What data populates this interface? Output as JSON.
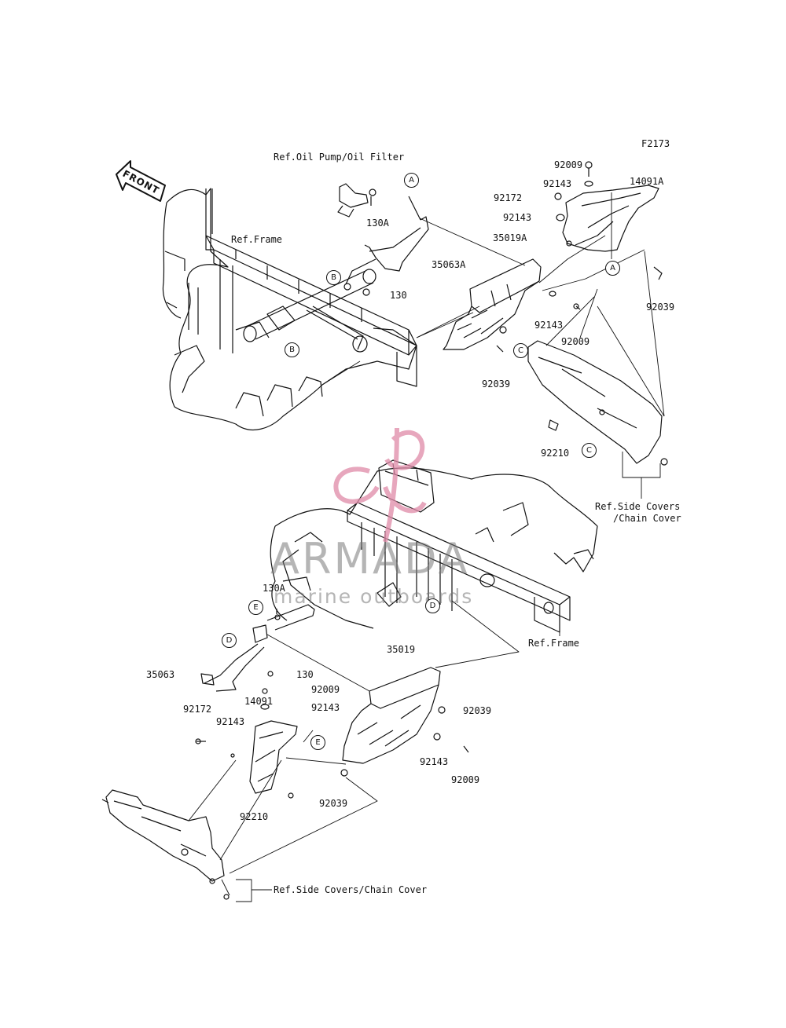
{
  "figure_code": "F2173",
  "front_arrow": "FRONT",
  "watermark": {
    "brand": "ARMADA",
    "tagline": "marine outboards"
  },
  "labels": {
    "ref_oil_pump": "Ref.Oil Pump/Oil Filter",
    "ref_frame_top": "Ref.Frame",
    "ref_frame_bottom": "Ref.Frame",
    "ref_side_covers_top_1": "Ref.Side Covers",
    "ref_side_covers_top_2": "/Chain Cover",
    "ref_side_covers_bottom": "Ref.Side Covers/Chain Cover"
  },
  "parts": {
    "p92009_a": "92009",
    "p14091A": "14091A",
    "p92143_a": "92143",
    "p92172_a": "92172",
    "p92143_b": "92143",
    "p35019A": "35019A",
    "p92039_a": "92039",
    "p92143_c": "92143",
    "p92009_b": "92009",
    "p92039_b": "92039",
    "p92210_a": "92210",
    "p130A_a": "130A",
    "p35063A": "35063A",
    "p130_a": "130",
    "p130A_b": "130A",
    "p35063": "35063",
    "p130_b": "130",
    "p92009_c": "92009",
    "p92143_d": "92143",
    "p14091": "14091",
    "p92172_b": "92172",
    "p92143_e": "92143",
    "p35019": "35019",
    "p92039_c": "92039",
    "p92143_f": "92143",
    "p92009_d": "92009",
    "p92039_d": "92039",
    "p92210_b": "92210"
  },
  "callouts": {
    "A1": "A",
    "A2": "A",
    "B1": "B",
    "B2": "B",
    "C1": "C",
    "C2": "C",
    "D1": "D",
    "D2": "D",
    "E1": "E",
    "E2": "E"
  }
}
